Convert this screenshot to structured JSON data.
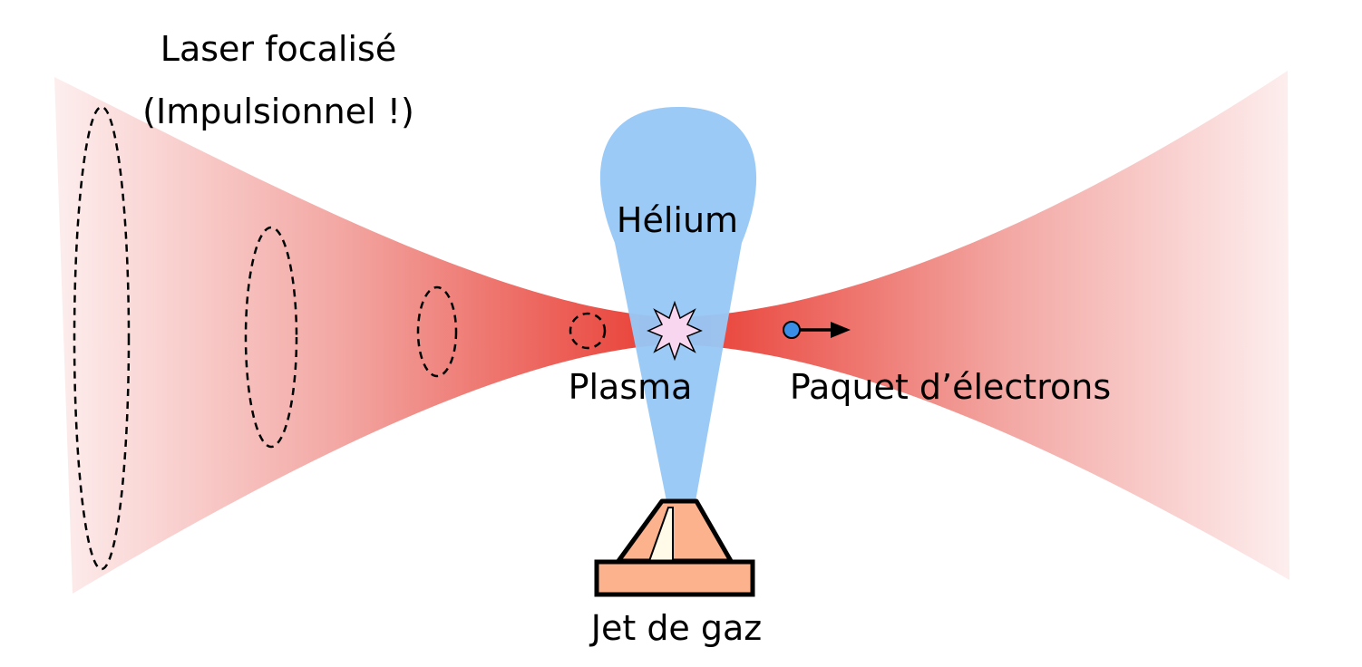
{
  "labels": {
    "laser_line1": "Laser focalisé",
    "laser_line2": "(Impulsionnel !)",
    "helium": "Hélium",
    "plasma": "Plasma",
    "electrons": "Paquet d’électrons",
    "gas_jet": "Jet de gaz"
  },
  "colors": {
    "laser_core": "#e83a30",
    "laser_edge": "#fdeeee",
    "helium": "#97c8f6",
    "plasma_star": "#f8d6ef",
    "electron": "#3b8ee6",
    "nozzle": "#fcb28c",
    "nozzle_slit": "#fffbe8"
  }
}
